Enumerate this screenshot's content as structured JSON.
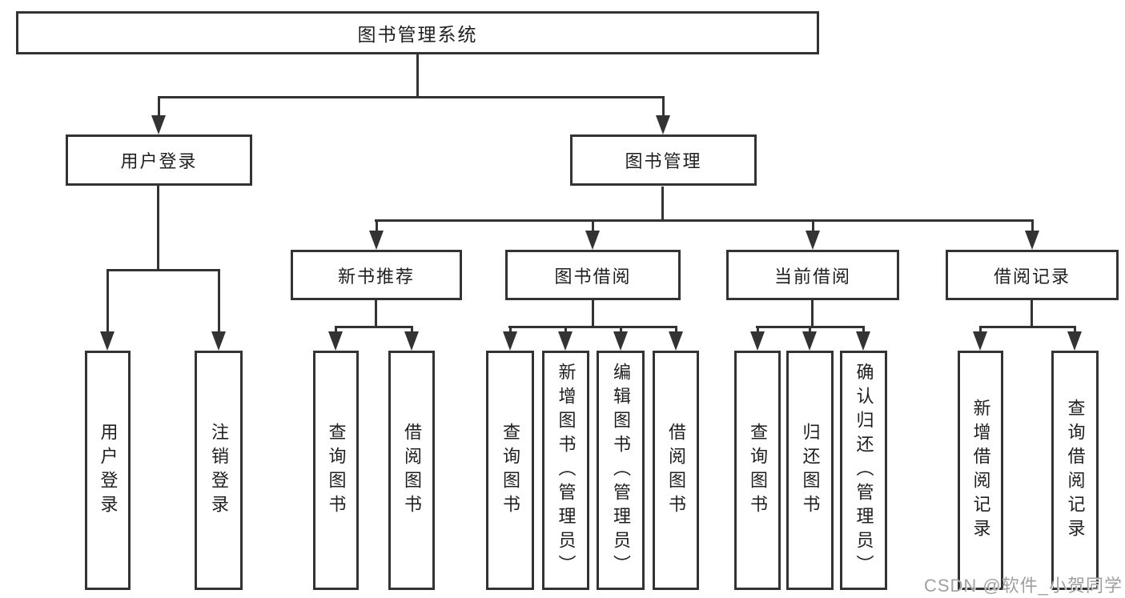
{
  "diagram": {
    "root": {
      "label": "图书管理系统"
    },
    "branches": [
      {
        "label": "用户登录",
        "children": [
          {
            "label": "用户登录"
          },
          {
            "label": "注销登录"
          }
        ]
      },
      {
        "label": "图书管理",
        "modules": [
          {
            "label": "新书推荐",
            "children": [
              {
                "label": "查询图书"
              },
              {
                "label": "借阅图书"
              }
            ]
          },
          {
            "label": "图书借阅",
            "children": [
              {
                "label": "查询图书"
              },
              {
                "label": "新增图书（管理员）"
              },
              {
                "label": "编辑图书（管理员）"
              },
              {
                "label": "借阅图书"
              }
            ]
          },
          {
            "label": "当前借阅",
            "children": [
              {
                "label": "查询图书"
              },
              {
                "label": "归还图书"
              },
              {
                "label": "确认归还（管理员）"
              }
            ]
          },
          {
            "label": "借阅记录",
            "children": [
              {
                "label": "新增借阅记录"
              },
              {
                "label": "查询借阅记录"
              }
            ]
          }
        ]
      }
    ]
  },
  "watermark": {
    "text": "CSDN @软件_小贺同学"
  },
  "colors": {
    "line": "#333333",
    "text": "#1f1f1f",
    "watermark": "#a0a0a0",
    "background": "#ffffff"
  }
}
